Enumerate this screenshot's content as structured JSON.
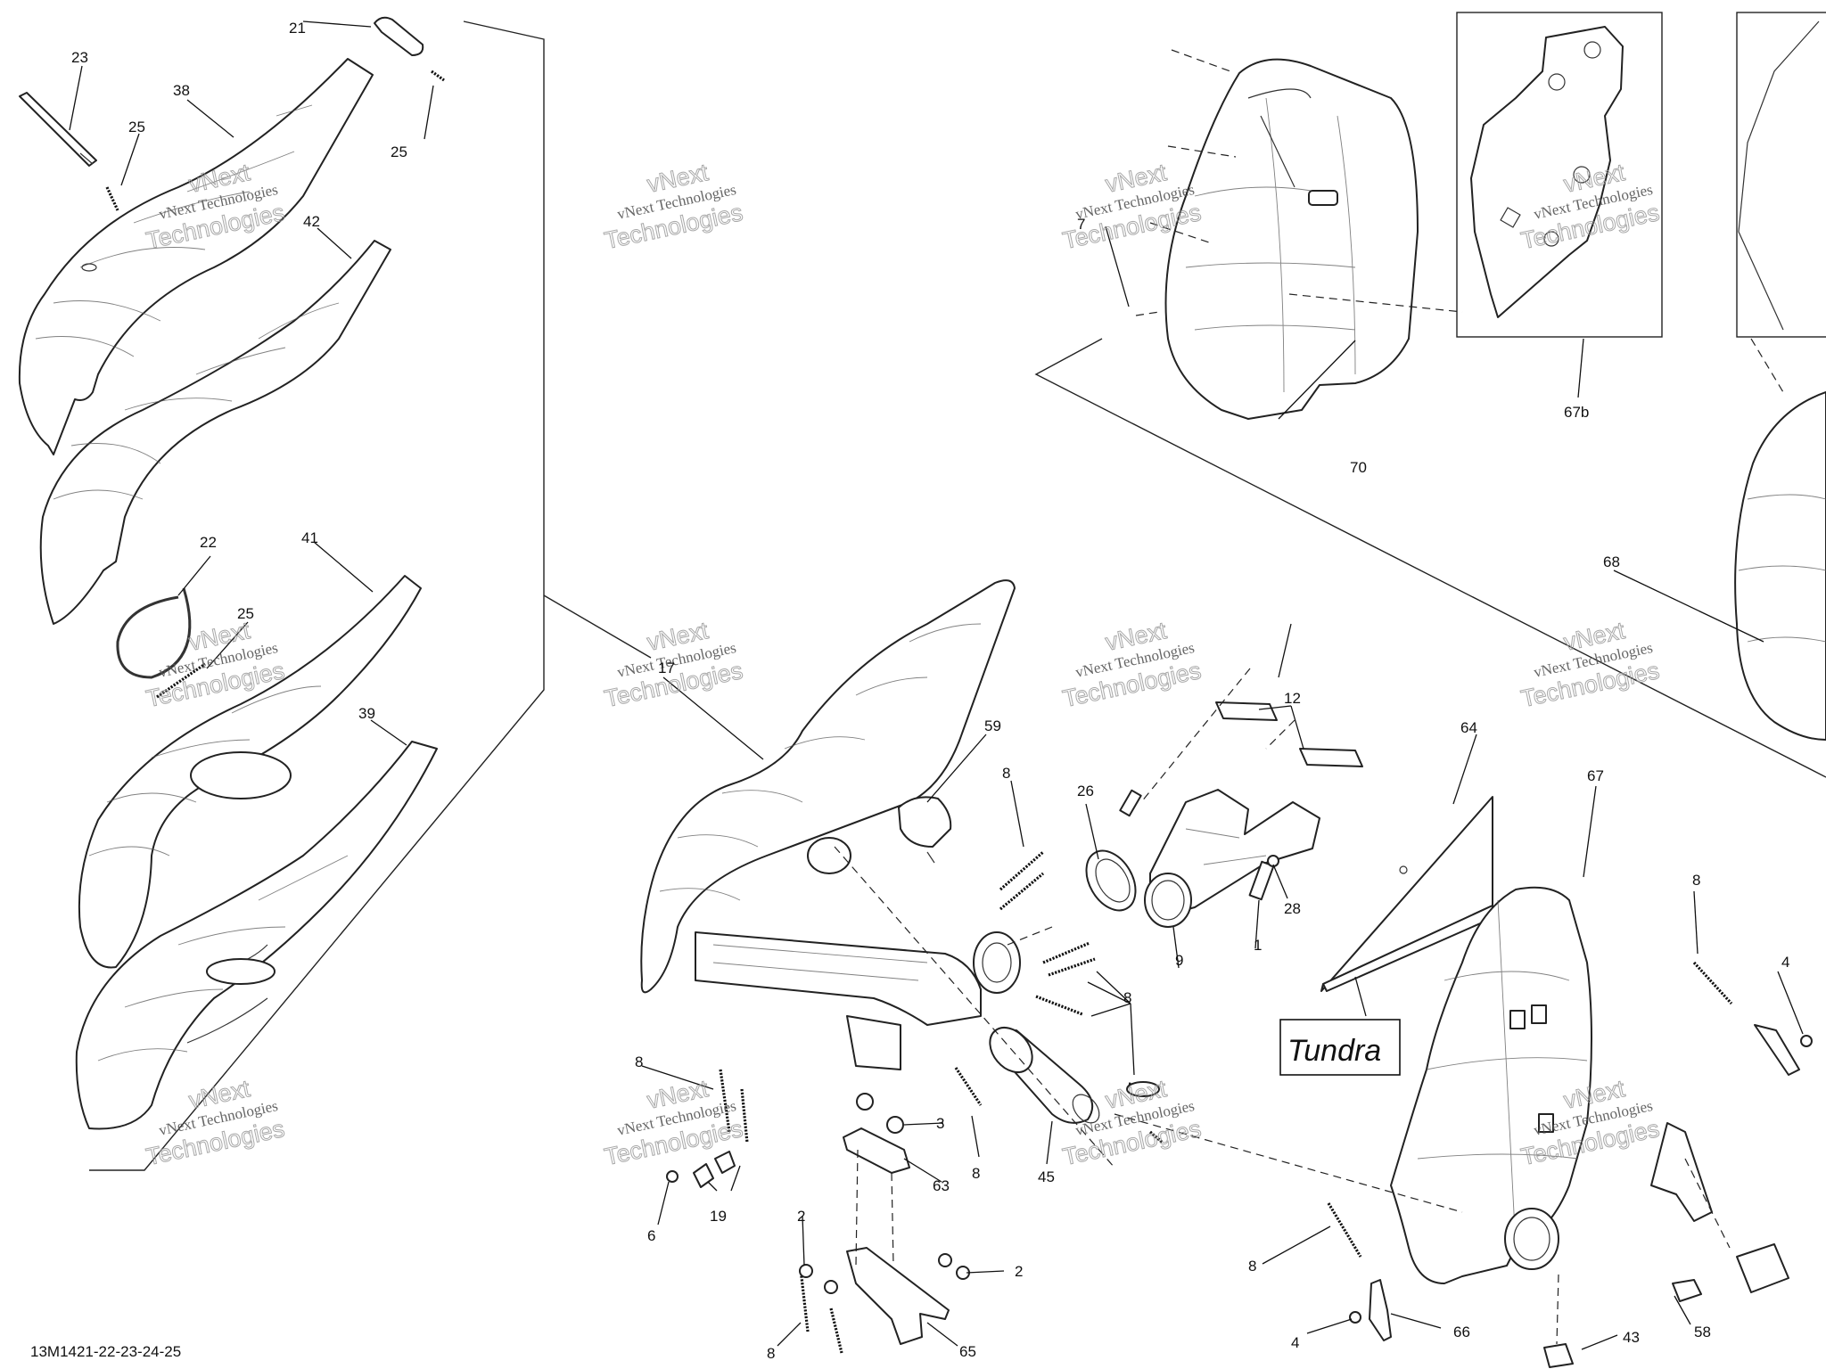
{
  "diagram": {
    "code": "13M1421-22-23-24-25",
    "variant_label": "Tundra",
    "watermark": {
      "line1": "vNext Technologies",
      "line2": "vNext",
      "line3": "Technologies"
    },
    "callouts": [
      "1",
      "2",
      "3",
      "4",
      "6",
      "7",
      "8",
      "9",
      "12",
      "17",
      "19",
      "21",
      "22",
      "23",
      "25",
      "26",
      "28",
      "38",
      "39",
      "41",
      "42",
      "43",
      "45",
      "58",
      "59",
      "63",
      "64",
      "65",
      "66",
      "67",
      "67b",
      "68",
      "70"
    ]
  }
}
